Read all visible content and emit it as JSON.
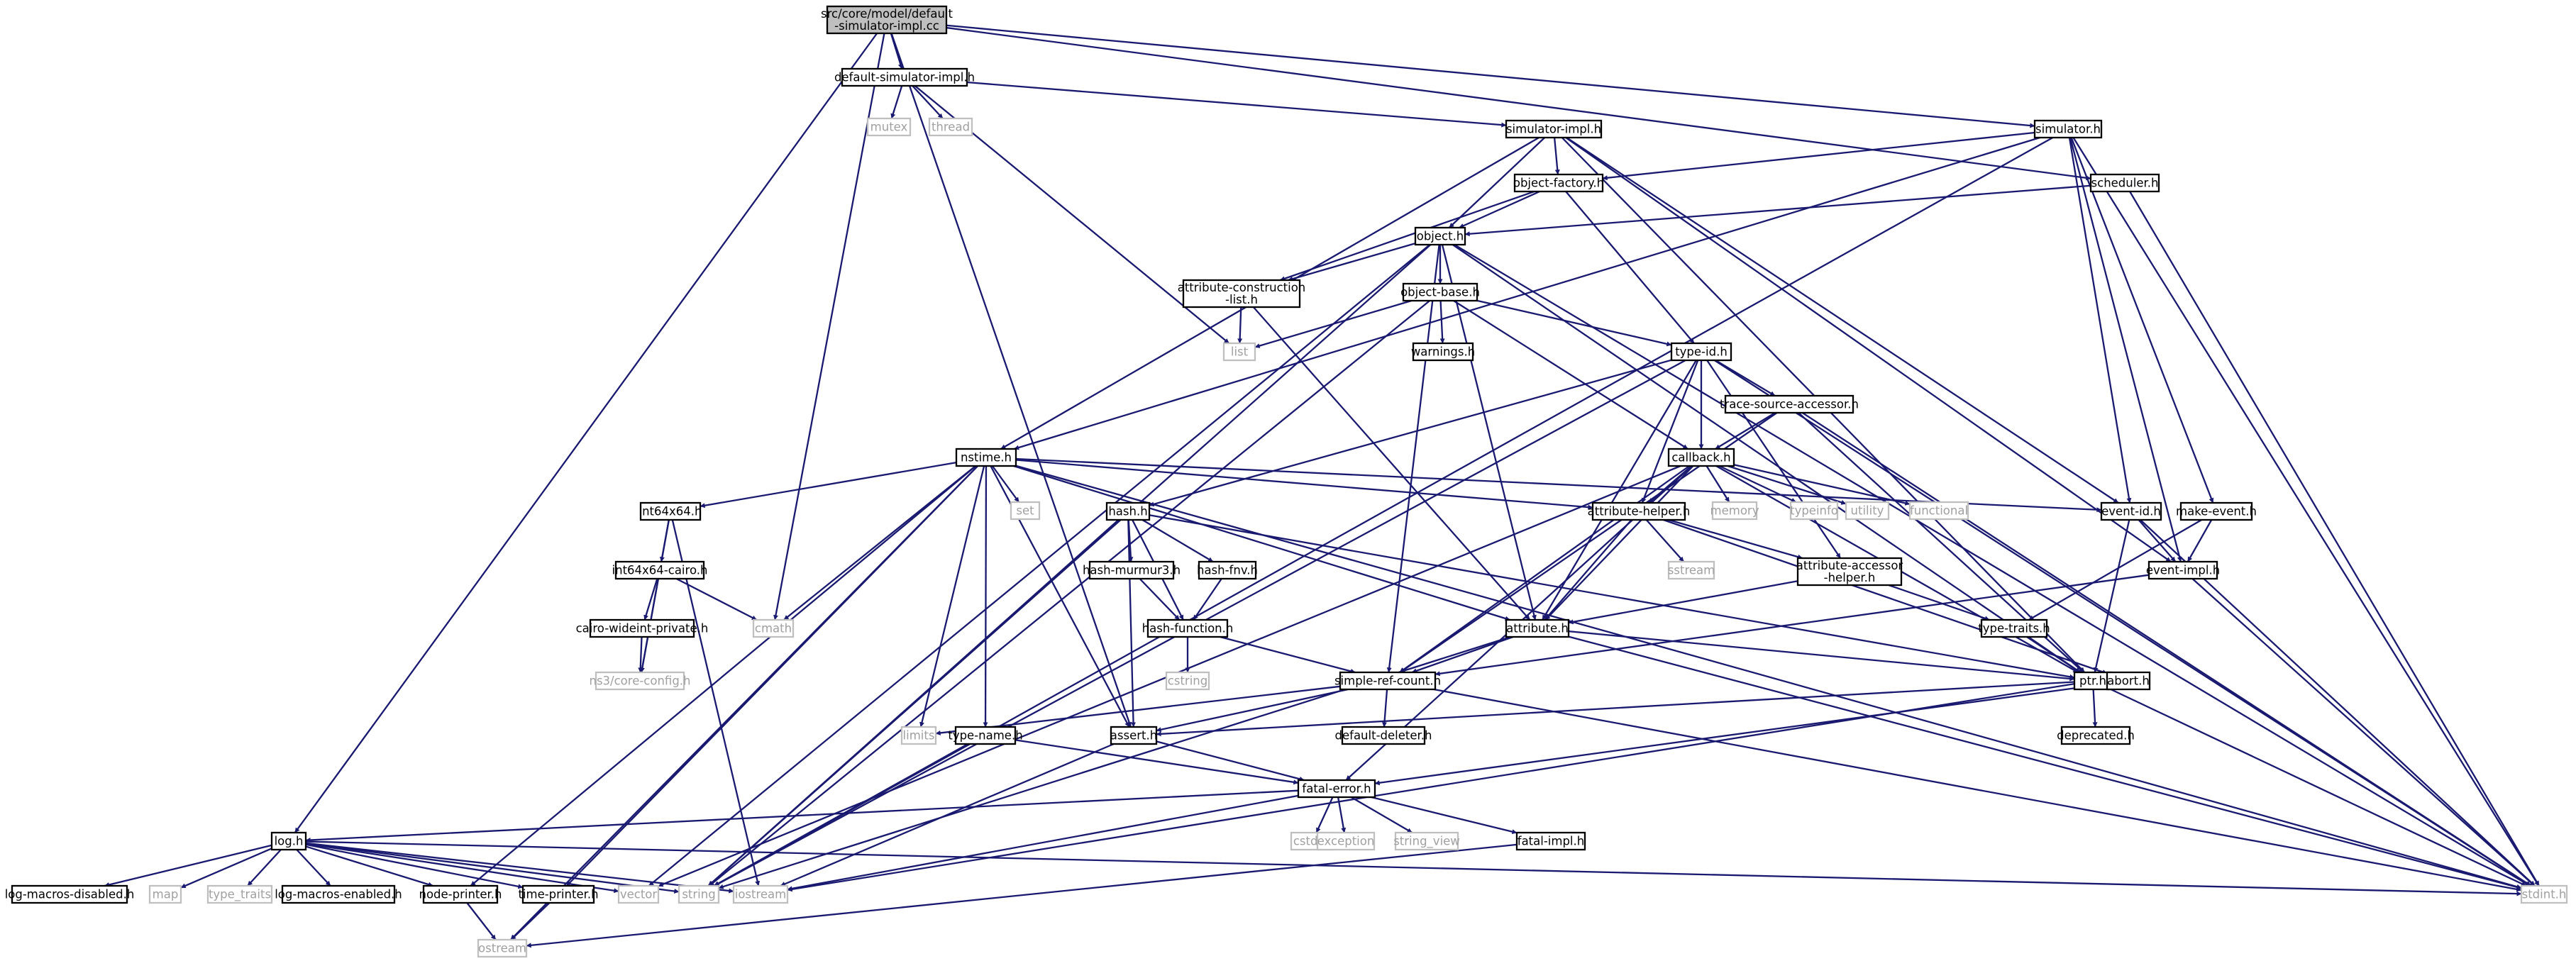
{
  "diagram": {
    "nodes": [
      {
        "id": "root",
        "lines": [
          "src/core/model/default",
          "-simulator-impl.cc"
        ],
        "kind": "root"
      },
      {
        "id": "dsi",
        "lines": [
          "default-simulator-impl.h"
        ],
        "kind": "header"
      },
      {
        "id": "mutex",
        "lines": [
          "mutex"
        ],
        "kind": "external"
      },
      {
        "id": "thread",
        "lines": [
          "thread"
        ],
        "kind": "external"
      },
      {
        "id": "simimpl",
        "lines": [
          "simulator-impl.h"
        ],
        "kind": "header"
      },
      {
        "id": "simulator",
        "lines": [
          "simulator.h"
        ],
        "kind": "header"
      },
      {
        "id": "objfactory",
        "lines": [
          "object-factory.h"
        ],
        "kind": "header"
      },
      {
        "id": "scheduler",
        "lines": [
          "scheduler.h"
        ],
        "kind": "header"
      },
      {
        "id": "object",
        "lines": [
          "object.h"
        ],
        "kind": "header"
      },
      {
        "id": "attrconst",
        "lines": [
          "attribute-construction",
          "-list.h"
        ],
        "kind": "header"
      },
      {
        "id": "objbase",
        "lines": [
          "object-base.h"
        ],
        "kind": "header"
      },
      {
        "id": "list",
        "lines": [
          "list"
        ],
        "kind": "external"
      },
      {
        "id": "warnings",
        "lines": [
          "warnings.h"
        ],
        "kind": "header"
      },
      {
        "id": "typeid",
        "lines": [
          "type-id.h"
        ],
        "kind": "header"
      },
      {
        "id": "tsa",
        "lines": [
          "trace-source-accessor.h"
        ],
        "kind": "header"
      },
      {
        "id": "nstime",
        "lines": [
          "nstime.h"
        ],
        "kind": "header"
      },
      {
        "id": "callback",
        "lines": [
          "callback.h"
        ],
        "kind": "header"
      },
      {
        "id": "set",
        "lines": [
          "set"
        ],
        "kind": "external"
      },
      {
        "id": "memory",
        "lines": [
          "memory"
        ],
        "kind": "external"
      },
      {
        "id": "typeinfo",
        "lines": [
          "typeinfo"
        ],
        "kind": "external"
      },
      {
        "id": "utility",
        "lines": [
          "utility"
        ],
        "kind": "external"
      },
      {
        "id": "functional",
        "lines": [
          "functional"
        ],
        "kind": "external"
      },
      {
        "id": "int64x64",
        "lines": [
          "int64x64.h"
        ],
        "kind": "header"
      },
      {
        "id": "hash",
        "lines": [
          "hash.h"
        ],
        "kind": "header"
      },
      {
        "id": "attrhelper",
        "lines": [
          "attribute-helper.h"
        ],
        "kind": "header"
      },
      {
        "id": "eventid",
        "lines": [
          "event-id.h"
        ],
        "kind": "header"
      },
      {
        "id": "makeevent",
        "lines": [
          "make-event.h"
        ],
        "kind": "header"
      },
      {
        "id": "sstream",
        "lines": [
          "sstream"
        ],
        "kind": "external"
      },
      {
        "id": "attracc",
        "lines": [
          "attribute-accessor",
          "-helper.h"
        ],
        "kind": "header"
      },
      {
        "id": "eventimpl",
        "lines": [
          "event-impl.h"
        ],
        "kind": "header"
      },
      {
        "id": "cairo",
        "lines": [
          "int64x64-cairo.h"
        ],
        "kind": "header"
      },
      {
        "id": "murmur",
        "lines": [
          "hash-murmur3.h"
        ],
        "kind": "header"
      },
      {
        "id": "fnv",
        "lines": [
          "hash-fnv.h"
        ],
        "kind": "header"
      },
      {
        "id": "cmath",
        "lines": [
          "cmath"
        ],
        "kind": "external"
      },
      {
        "id": "cwp",
        "lines": [
          "cairo-wideint-private.h"
        ],
        "kind": "header"
      },
      {
        "id": "hashfn",
        "lines": [
          "hash-function.h"
        ],
        "kind": "header"
      },
      {
        "id": "attribute",
        "lines": [
          "attribute.h"
        ],
        "kind": "header"
      },
      {
        "id": "typetraits",
        "lines": [
          "type-traits.h"
        ],
        "kind": "header"
      },
      {
        "id": "coreconfig",
        "lines": [
          "ns3/core-config.h"
        ],
        "kind": "external"
      },
      {
        "id": "cstring",
        "lines": [
          "cstring"
        ],
        "kind": "external"
      },
      {
        "id": "src",
        "lines": [
          "simple-ref-count.h"
        ],
        "kind": "header"
      },
      {
        "id": "ptr",
        "lines": [
          "ptr.h"
        ],
        "kind": "header"
      },
      {
        "id": "abort",
        "lines": [
          "abort.h"
        ],
        "kind": "header"
      },
      {
        "id": "limits",
        "lines": [
          "limits"
        ],
        "kind": "external"
      },
      {
        "id": "typename",
        "lines": [
          "type-name.h"
        ],
        "kind": "header"
      },
      {
        "id": "assert",
        "lines": [
          "assert.h"
        ],
        "kind": "header"
      },
      {
        "id": "defdel",
        "lines": [
          "default-deleter.h"
        ],
        "kind": "header"
      },
      {
        "id": "deprecated",
        "lines": [
          "deprecated.h"
        ],
        "kind": "header"
      },
      {
        "id": "fatalerror",
        "lines": [
          "fatal-error.h"
        ],
        "kind": "header"
      },
      {
        "id": "cstdlib",
        "lines": [
          "cstdlib"
        ],
        "kind": "external"
      },
      {
        "id": "exception",
        "lines": [
          "exception"
        ],
        "kind": "external"
      },
      {
        "id": "string_view",
        "lines": [
          "string_view"
        ],
        "kind": "external"
      },
      {
        "id": "fatalimpl",
        "lines": [
          "fatal-impl.h"
        ],
        "kind": "header"
      },
      {
        "id": "log",
        "lines": [
          "log.h"
        ],
        "kind": "header"
      },
      {
        "id": "lmd",
        "lines": [
          "log-macros-disabled.h"
        ],
        "kind": "header"
      },
      {
        "id": "map",
        "lines": [
          "map"
        ],
        "kind": "external"
      },
      {
        "id": "type_traits",
        "lines": [
          "type_traits"
        ],
        "kind": "external"
      },
      {
        "id": "lme",
        "lines": [
          "log-macros-enabled.h"
        ],
        "kind": "header"
      },
      {
        "id": "nodeprinter",
        "lines": [
          "node-printer.h"
        ],
        "kind": "header"
      },
      {
        "id": "timeprinter",
        "lines": [
          "time-printer.h"
        ],
        "kind": "header"
      },
      {
        "id": "vector",
        "lines": [
          "vector"
        ],
        "kind": "external"
      },
      {
        "id": "string",
        "lines": [
          "string"
        ],
        "kind": "external"
      },
      {
        "id": "iostream",
        "lines": [
          "iostream"
        ],
        "kind": "external"
      },
      {
        "id": "stdint",
        "lines": [
          "stdint.h"
        ],
        "kind": "external"
      },
      {
        "id": "ostream",
        "lines": [
          "ostream"
        ],
        "kind": "external"
      }
    ],
    "edges": [
      [
        "root",
        "dsi"
      ],
      [
        "root",
        "simulator"
      ],
      [
        "root",
        "scheduler"
      ],
      [
        "root",
        "log"
      ],
      [
        "root",
        "cmath"
      ],
      [
        "root",
        "assert"
      ],
      [
        "dsi",
        "mutex"
      ],
      [
        "dsi",
        "thread"
      ],
      [
        "dsi",
        "simimpl"
      ],
      [
        "dsi",
        "list"
      ],
      [
        "simimpl",
        "objfactory"
      ],
      [
        "simimpl",
        "object"
      ],
      [
        "simimpl",
        "eventid"
      ],
      [
        "simimpl",
        "eventimpl"
      ],
      [
        "simimpl",
        "nstime"
      ],
      [
        "simimpl",
        "ptr"
      ],
      [
        "simulator",
        "objfactory"
      ],
      [
        "simulator",
        "eventid"
      ],
      [
        "simulator",
        "eventimpl"
      ],
      [
        "simulator",
        "makeevent"
      ],
      [
        "simulator",
        "nstime"
      ],
      [
        "simulator",
        "stdint"
      ],
      [
        "simulator",
        "string"
      ],
      [
        "objfactory",
        "object"
      ],
      [
        "objfactory",
        "attrconst"
      ],
      [
        "objfactory",
        "typeid"
      ],
      [
        "scheduler",
        "object"
      ],
      [
        "scheduler",
        "stdint"
      ],
      [
        "object",
        "attrconst"
      ],
      [
        "object",
        "objbase"
      ],
      [
        "object",
        "ptr"
      ],
      [
        "object",
        "attribute"
      ],
      [
        "object",
        "src"
      ],
      [
        "object",
        "vector"
      ],
      [
        "object",
        "stdint"
      ],
      [
        "object",
        "string"
      ],
      [
        "attrconst",
        "list"
      ],
      [
        "attrconst",
        "attribute"
      ],
      [
        "objbase",
        "list"
      ],
      [
        "objbase",
        "warnings"
      ],
      [
        "objbase",
        "typeid"
      ],
      [
        "objbase",
        "callback"
      ],
      [
        "objbase",
        "string"
      ],
      [
        "typeid",
        "tsa"
      ],
      [
        "typeid",
        "callback"
      ],
      [
        "typeid",
        "hash"
      ],
      [
        "typeid",
        "attrhelper"
      ],
      [
        "typeid",
        "attracc"
      ],
      [
        "typeid",
        "attribute"
      ],
      [
        "typeid",
        "string"
      ],
      [
        "typeid",
        "stdint"
      ],
      [
        "tsa",
        "callback"
      ],
      [
        "tsa",
        "src"
      ],
      [
        "tsa",
        "ptr"
      ],
      [
        "tsa",
        "stdint"
      ],
      [
        "nstime",
        "int64x64"
      ],
      [
        "nstime",
        "set"
      ],
      [
        "nstime",
        "cmath"
      ],
      [
        "nstime",
        "limits"
      ],
      [
        "nstime",
        "typename"
      ],
      [
        "nstime",
        "assert"
      ],
      [
        "nstime",
        "attribute"
      ],
      [
        "nstime",
        "attrhelper"
      ],
      [
        "nstime",
        "eventid"
      ],
      [
        "nstime",
        "ostream"
      ],
      [
        "nstime",
        "nodeprinter"
      ],
      [
        "nstime",
        "timeprinter"
      ],
      [
        "nstime",
        "stdint"
      ],
      [
        "callback",
        "memory"
      ],
      [
        "callback",
        "typeinfo"
      ],
      [
        "callback",
        "utility"
      ],
      [
        "callback",
        "functional"
      ],
      [
        "callback",
        "attrhelper"
      ],
      [
        "callback",
        "attribute"
      ],
      [
        "callback",
        "ptr"
      ],
      [
        "callback",
        "src"
      ],
      [
        "callback",
        "fatalerror"
      ],
      [
        "callback",
        "vector"
      ],
      [
        "int64x64",
        "cairo"
      ],
      [
        "int64x64",
        "coreconfig"
      ],
      [
        "int64x64",
        "iostream"
      ],
      [
        "hash",
        "murmur"
      ],
      [
        "hash",
        "fnv"
      ],
      [
        "hash",
        "hashfn"
      ],
      [
        "hash",
        "assert"
      ],
      [
        "hash",
        "ptr"
      ],
      [
        "hash",
        "string"
      ],
      [
        "attrhelper",
        "attracc"
      ],
      [
        "attrhelper",
        "sstream"
      ],
      [
        "attrhelper",
        "attribute"
      ],
      [
        "attrhelper",
        "abort"
      ],
      [
        "eventid",
        "eventimpl"
      ],
      [
        "eventid",
        "ptr"
      ],
      [
        "eventid",
        "stdint"
      ],
      [
        "makeevent",
        "eventimpl"
      ],
      [
        "makeevent",
        "typetraits"
      ],
      [
        "attracc",
        "attribute"
      ],
      [
        "attracc",
        "typetraits"
      ],
      [
        "eventimpl",
        "src"
      ],
      [
        "eventimpl",
        "stdint"
      ],
      [
        "cairo",
        "cwp"
      ],
      [
        "cairo",
        "coreconfig"
      ],
      [
        "cairo",
        "cmath"
      ],
      [
        "murmur",
        "hashfn"
      ],
      [
        "fnv",
        "hashfn"
      ],
      [
        "cwp",
        "coreconfig"
      ],
      [
        "hashfn",
        "cstring"
      ],
      [
        "hashfn",
        "src"
      ],
      [
        "attribute",
        "src"
      ],
      [
        "attribute",
        "ptr"
      ],
      [
        "attribute",
        "string"
      ],
      [
        "attribute",
        "stdint"
      ],
      [
        "typetraits",
        "ptr"
      ],
      [
        "src",
        "limits"
      ],
      [
        "src",
        "assert"
      ],
      [
        "src",
        "defdel"
      ],
      [
        "src",
        "stdint"
      ],
      [
        "ptr",
        "assert"
      ],
      [
        "ptr",
        "deprecated"
      ],
      [
        "ptr",
        "iostream"
      ],
      [
        "ptr",
        "stdint"
      ],
      [
        "abort",
        "fatalerror"
      ],
      [
        "typename",
        "fatalerror"
      ],
      [
        "typename",
        "string"
      ],
      [
        "assert",
        "fatalerror"
      ],
      [
        "assert",
        "iostream"
      ],
      [
        "fatalerror",
        "cstdlib"
      ],
      [
        "fatalerror",
        "exception"
      ],
      [
        "fatalerror",
        "string_view"
      ],
      [
        "fatalerror",
        "fatalimpl"
      ],
      [
        "fatalerror",
        "iostream"
      ],
      [
        "fatalerror",
        "log"
      ],
      [
        "fatalimpl",
        "ostream"
      ],
      [
        "log",
        "lmd"
      ],
      [
        "log",
        "map"
      ],
      [
        "log",
        "type_traits"
      ],
      [
        "log",
        "lme"
      ],
      [
        "log",
        "nodeprinter"
      ],
      [
        "log",
        "timeprinter"
      ],
      [
        "log",
        "vector"
      ],
      [
        "log",
        "string"
      ],
      [
        "log",
        "iostream"
      ],
      [
        "log",
        "stdint"
      ],
      [
        "nodeprinter",
        "ostream"
      ],
      [
        "timeprinter",
        "ostream"
      ]
    ]
  }
}
